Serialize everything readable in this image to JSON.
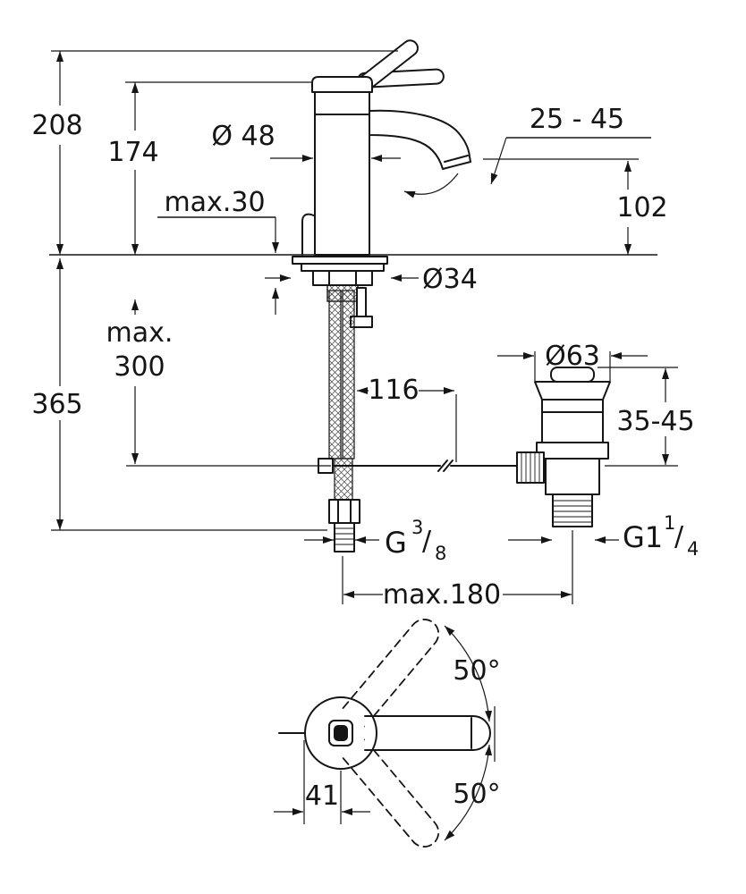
{
  "drawing": {
    "kind": "faucet-technical-dimension-drawing",
    "ink_color": "#151515",
    "background_color": "#ffffff"
  },
  "dims": {
    "overall_height": "208",
    "body_height": "174",
    "body_diameter": "Ø 48",
    "deck_thickness": "max.30",
    "aerator_angle_range": "25 - 45",
    "spout_outlet_height": "102",
    "shank_diameter": "Ø34",
    "hose_max_word": "max.",
    "hose_max_value": "300",
    "below_deck_depth": "365",
    "hose_offset": "116",
    "waste_flange_diameter": "Ø63",
    "waste_deck_range": "35-45",
    "inlet_thread": {
      "base": "G",
      "numerator": "3",
      "slash": "/",
      "denominator": "8"
    },
    "waste_thread": {
      "base": "G1",
      "numerator": "1",
      "slash": "/",
      "denominator": "4"
    },
    "max_distance": "max.180",
    "handle_swing_up": "50°",
    "handle_swing_down": "50°",
    "handle_offset": "41"
  }
}
